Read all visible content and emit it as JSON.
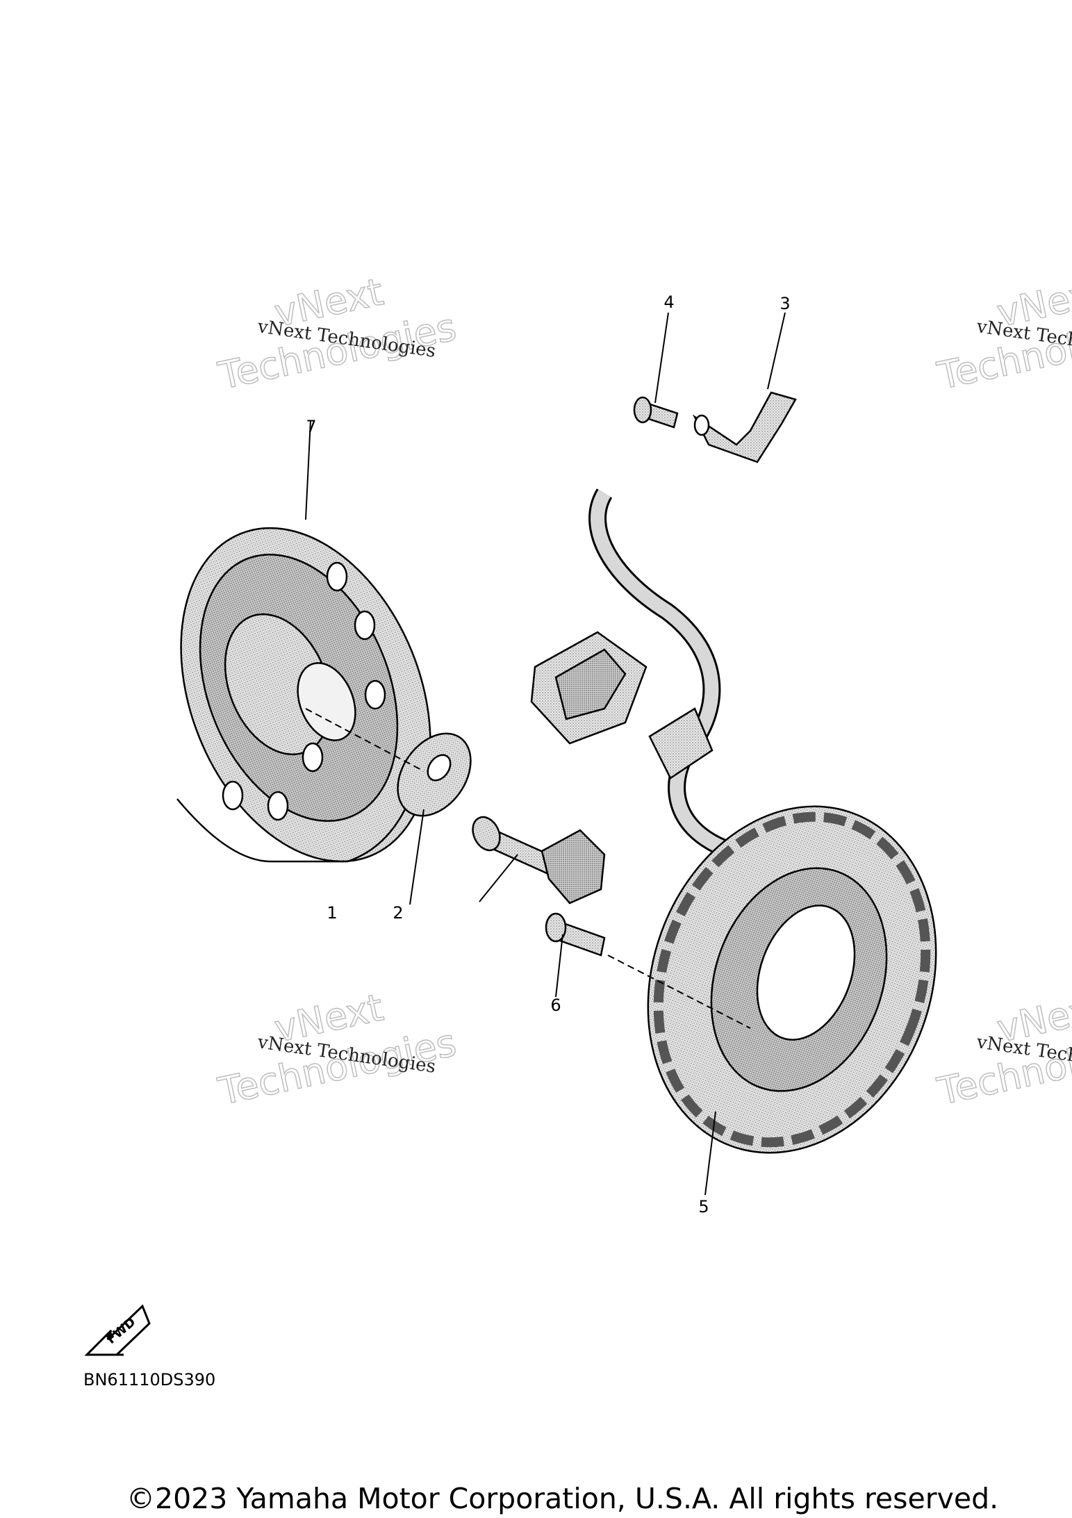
{
  "watermark": {
    "small": "vNext Technologies",
    "big_line1": "vNext",
    "big_line2": "Technologies"
  },
  "callouts": [
    "1",
    "2",
    "3",
    "4",
    "5",
    "6",
    "7"
  ],
  "fwd_label": "FWD",
  "diagram_code": "BN61110DS390",
  "copyright": "©2023 Yamaha Motor Corporation, U.S.A. All rights reserved."
}
